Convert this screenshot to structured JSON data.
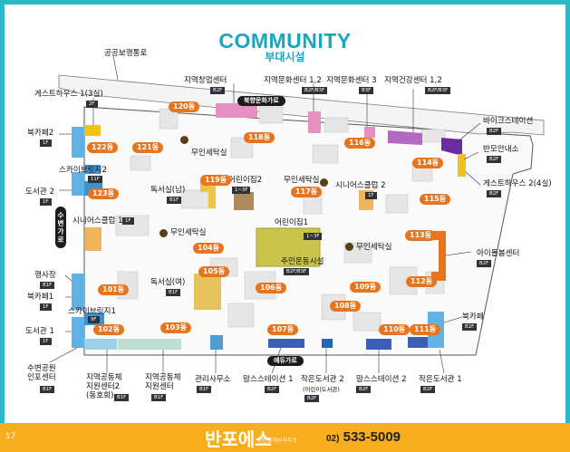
{
  "title": "COMMUNITY",
  "subtitle": "부대시설",
  "page_number": "17",
  "footer": {
    "logo": "반포에스",
    "logo_sub": "공인중개사사무소",
    "phone_prefix": "02)",
    "phone": "533-5009"
  },
  "roads": {
    "north": "북향문화가로",
    "south": "예듀가로",
    "west": "수변가로"
  },
  "facilities": [
    {
      "name": "공공보행통로"
    },
    {
      "name": "지역창업센터",
      "floor": "B2F"
    },
    {
      "name": "지역문화센터 1,2",
      "floor": "B2F/B3F"
    },
    {
      "name": "지역문화센터 3",
      "floor": "B3F"
    },
    {
      "name": "지역건강센터 1,2",
      "floor": "B2F/B3F"
    },
    {
      "name": "게스트하우스 1(3실)",
      "floor": "2F"
    },
    {
      "name": "바이크스테이션",
      "floor": "B2F"
    },
    {
      "name": "북카페2",
      "floor": "1F"
    },
    {
      "name": "반모안내소",
      "floor": "B2F"
    },
    {
      "name": "무인세탁실"
    },
    {
      "name": "스카이브릿지2",
      "floor": "11F"
    },
    {
      "name": "도서관 2",
      "floor": "1F"
    },
    {
      "name": "독서실(남)",
      "floor": "B1F"
    },
    {
      "name": "어린이집2",
      "floor": "1~3F"
    },
    {
      "name": "무인세탁실"
    },
    {
      "name": "시니어스클럽 2",
      "floor": "1F"
    },
    {
      "name": "게스트하우스 2(4실)",
      "floor": "B2F"
    },
    {
      "name": "시니어스클럽 1",
      "floor": "1F"
    },
    {
      "name": "어린이집1",
      "floor": "1~3F"
    },
    {
      "name": "무인세탁실"
    },
    {
      "name": "무인세탁실"
    },
    {
      "name": "아이돌봄센터",
      "floor": "B2F"
    },
    {
      "name": "주민운동시설",
      "floor": "B2F/B3F"
    },
    {
      "name": "행사장",
      "floor": "B1F"
    },
    {
      "name": "독서실(여)",
      "floor": "B1F"
    },
    {
      "name": "북카페1",
      "floor": "1F"
    },
    {
      "name": "스카이브릿지1",
      "floor": "9F"
    },
    {
      "name": "북카페",
      "floor": "B2F"
    },
    {
      "name": "도서관 1",
      "floor": "1F"
    },
    {
      "name": "수변공원 인포센터",
      "floor": "B1F"
    },
    {
      "name": "지역공동체 지원센터2 (동호회)",
      "floor": "B1F"
    },
    {
      "name": "지역공동체 지원센터",
      "floor": "B1F"
    },
    {
      "name": "관리사무소",
      "floor": "B1F"
    },
    {
      "name": "맘스스테이션 1",
      "floor": "B2F"
    },
    {
      "name": "작은도서관 2",
      "sub": "(어린이도서관)",
      "floor": "B2F"
    },
    {
      "name": "맘스스테이션 2",
      "floor": "B2F"
    },
    {
      "name": "작은도서관 1",
      "floor": "B2F"
    }
  ],
  "dong_labels": [
    "120동",
    "118동",
    "116동",
    "114동",
    "122동",
    "121동",
    "119동",
    "117동",
    "115동",
    "123동",
    "113동",
    "104동",
    "106동",
    "105동",
    "109동",
    "112동",
    "101동",
    "108동",
    "102동",
    "103동",
    "107동",
    "110동",
    "111동"
  ],
  "colors": {
    "accent": "#2bb7c4",
    "dong": "#e8751e",
    "footer": "#f6ae1f"
  }
}
